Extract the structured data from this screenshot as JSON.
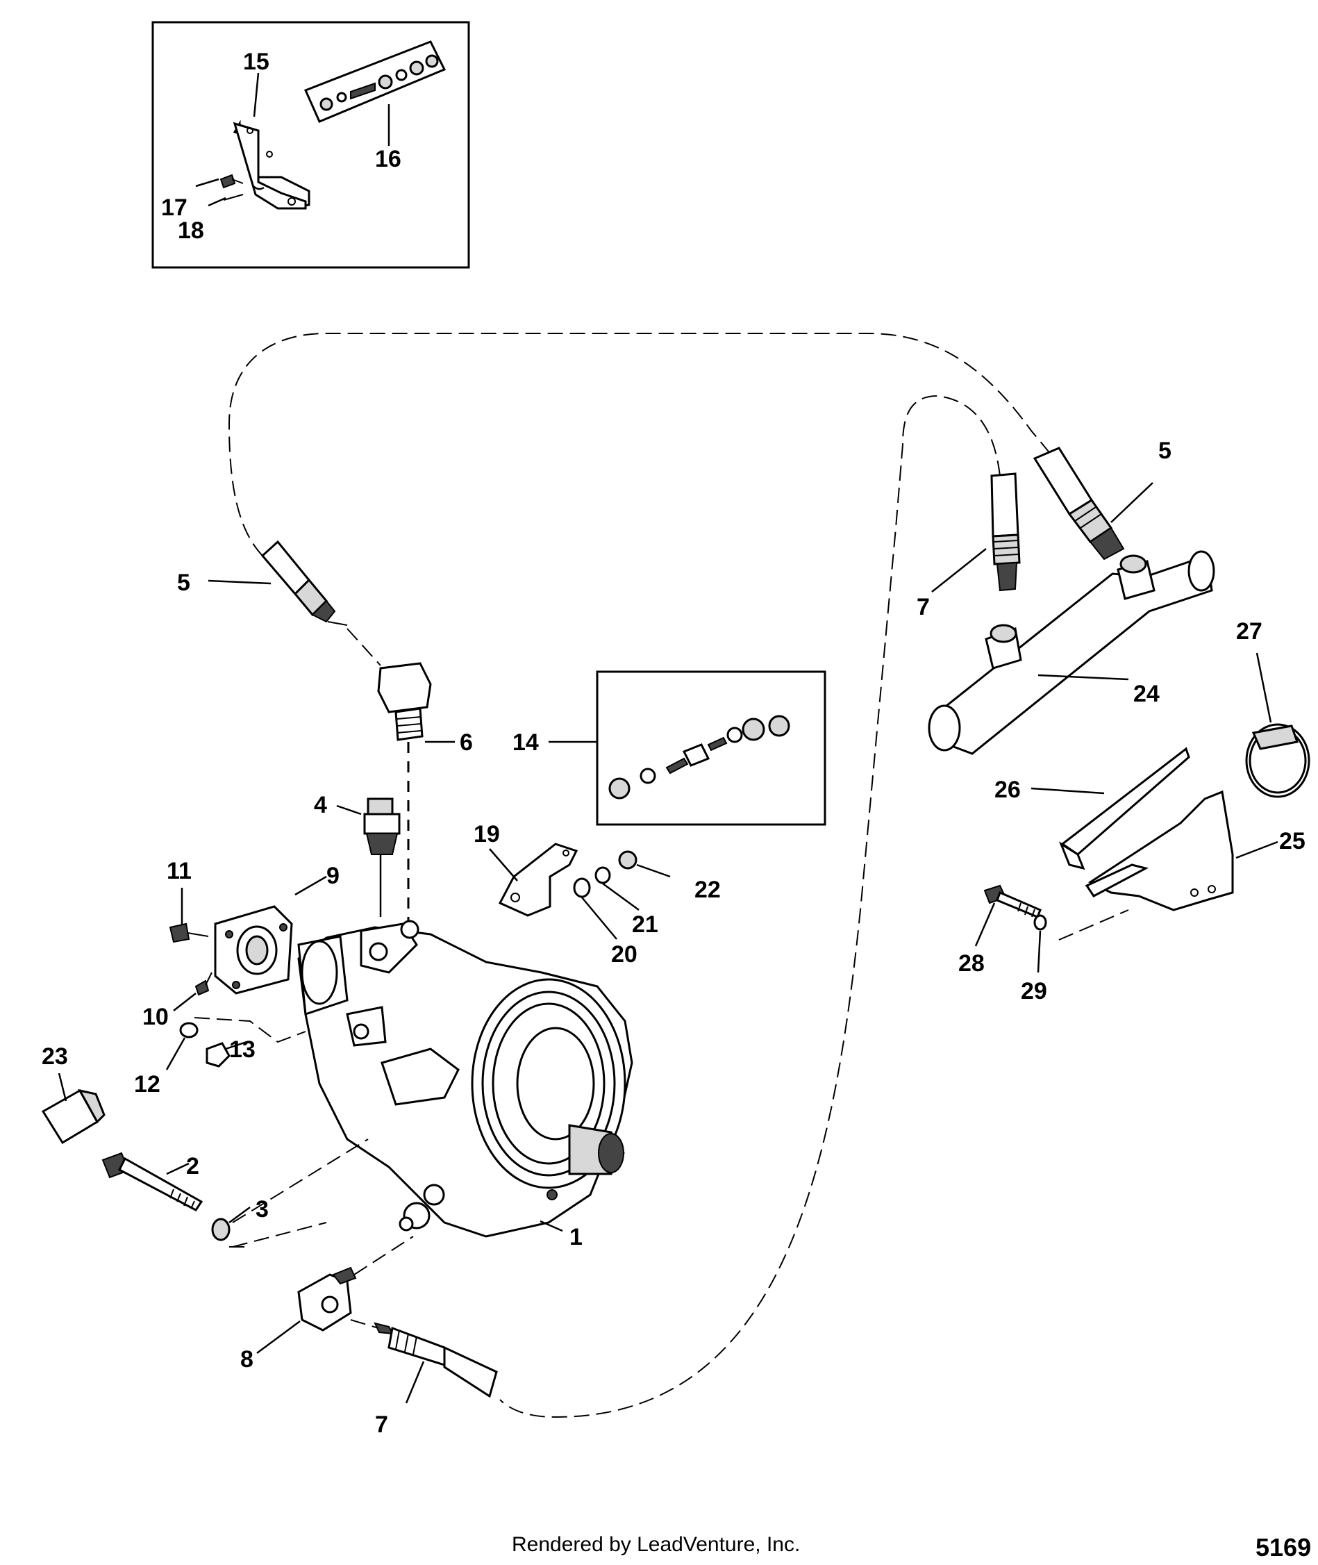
{
  "callouts": [
    "15",
    "16",
    "17",
    "18",
    "5",
    "5",
    "7",
    "27",
    "24",
    "6",
    "14",
    "4",
    "26",
    "19",
    "22",
    "25",
    "11",
    "9",
    "21",
    "20",
    "28",
    "29",
    "10",
    "13",
    "23",
    "12",
    "2",
    "3",
    "1",
    "8",
    "7"
  ],
  "footer": {
    "rendered_by": "Rendered by LeadVenture, Inc.",
    "diagram_code": "5169"
  }
}
